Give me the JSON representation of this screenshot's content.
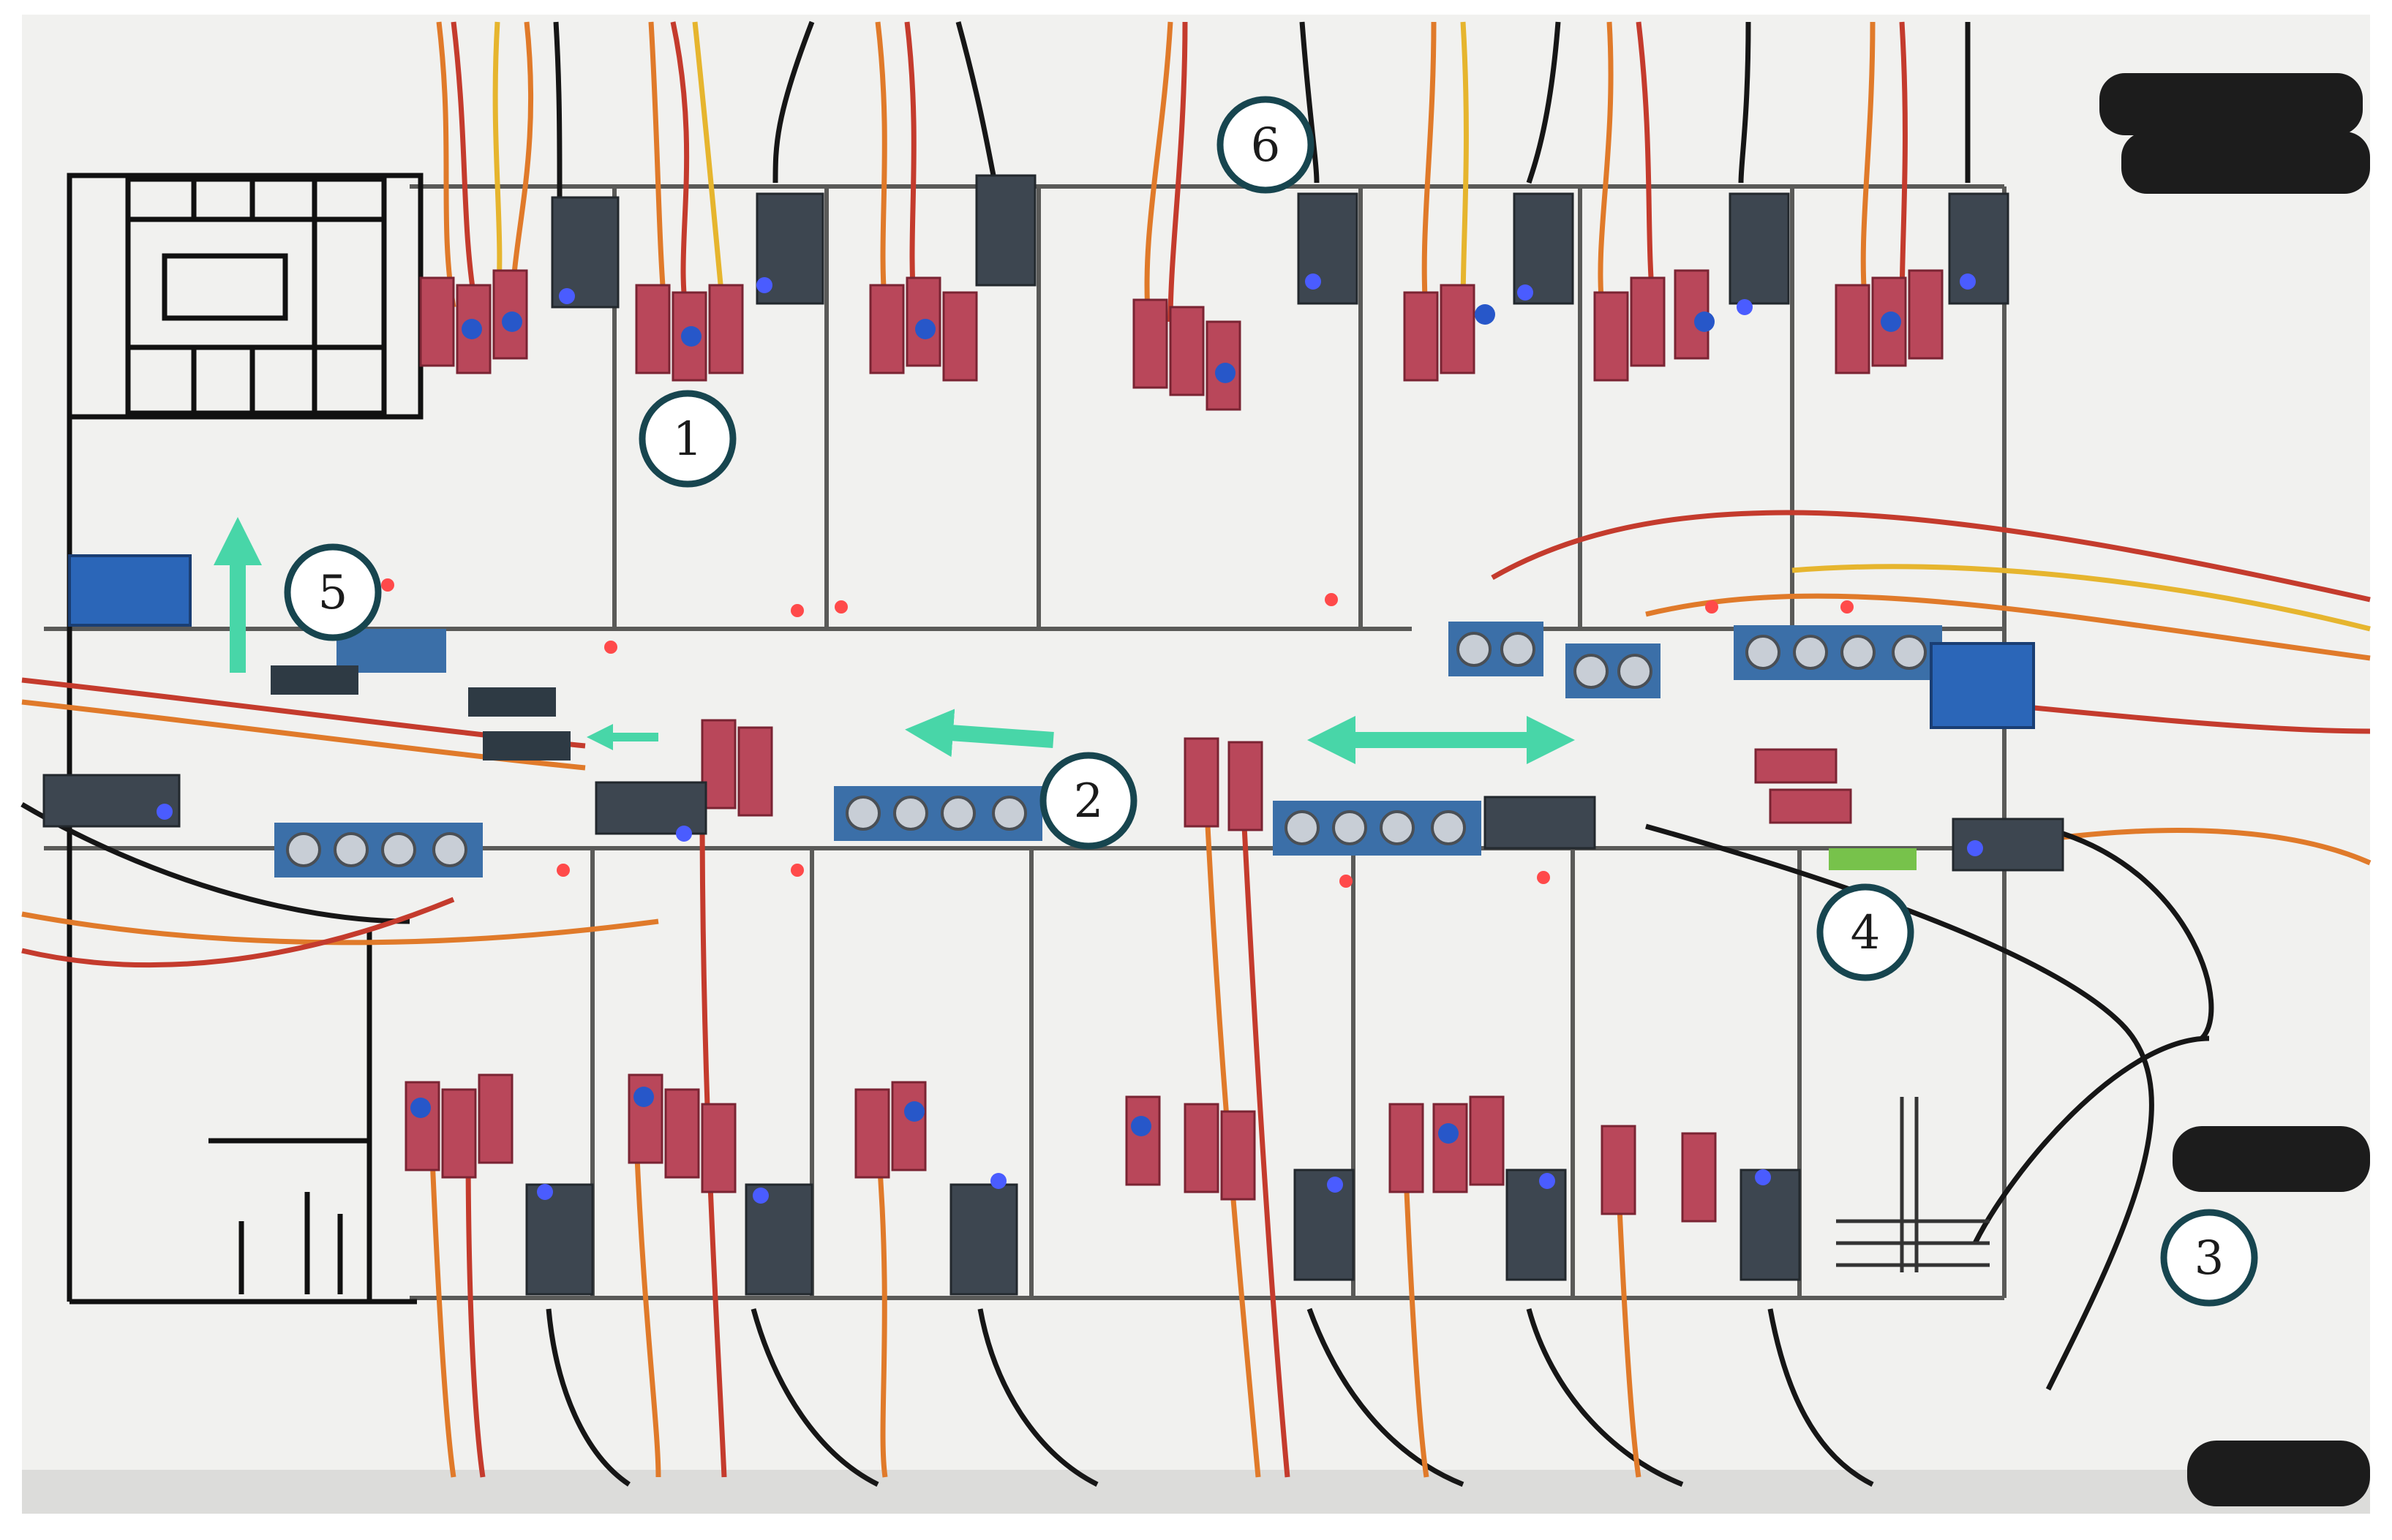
{
  "callouts": [
    {
      "id": "c1",
      "label": "1"
    },
    {
      "id": "c2",
      "label": "2"
    },
    {
      "id": "c3",
      "label": "3"
    },
    {
      "id": "c4",
      "label": "4"
    },
    {
      "id": "c5",
      "label": "5"
    },
    {
      "id": "c6",
      "label": "6"
    }
  ],
  "colors": {
    "board": "#f1f1ef",
    "slot_line": "#5a5a58",
    "ring": "#17454f",
    "arrow": "#48d6a8",
    "sensor_board": "#b9475a",
    "mcu_board": "#3d4650",
    "ultrasonic": "#3b6fa8",
    "relay": "#2b66b8",
    "wire_orange": "#e07a2a",
    "wire_red": "#c43b2d",
    "wire_black": "#161616",
    "wire_yellow": "#e6b52e",
    "led": "#4a5cff",
    "marker": "#ff4a4a",
    "hub": "#1c1c1c"
  },
  "icons": [
    "arrow-up-icon",
    "arrow-left-icon",
    "arrow-double-icon"
  ]
}
